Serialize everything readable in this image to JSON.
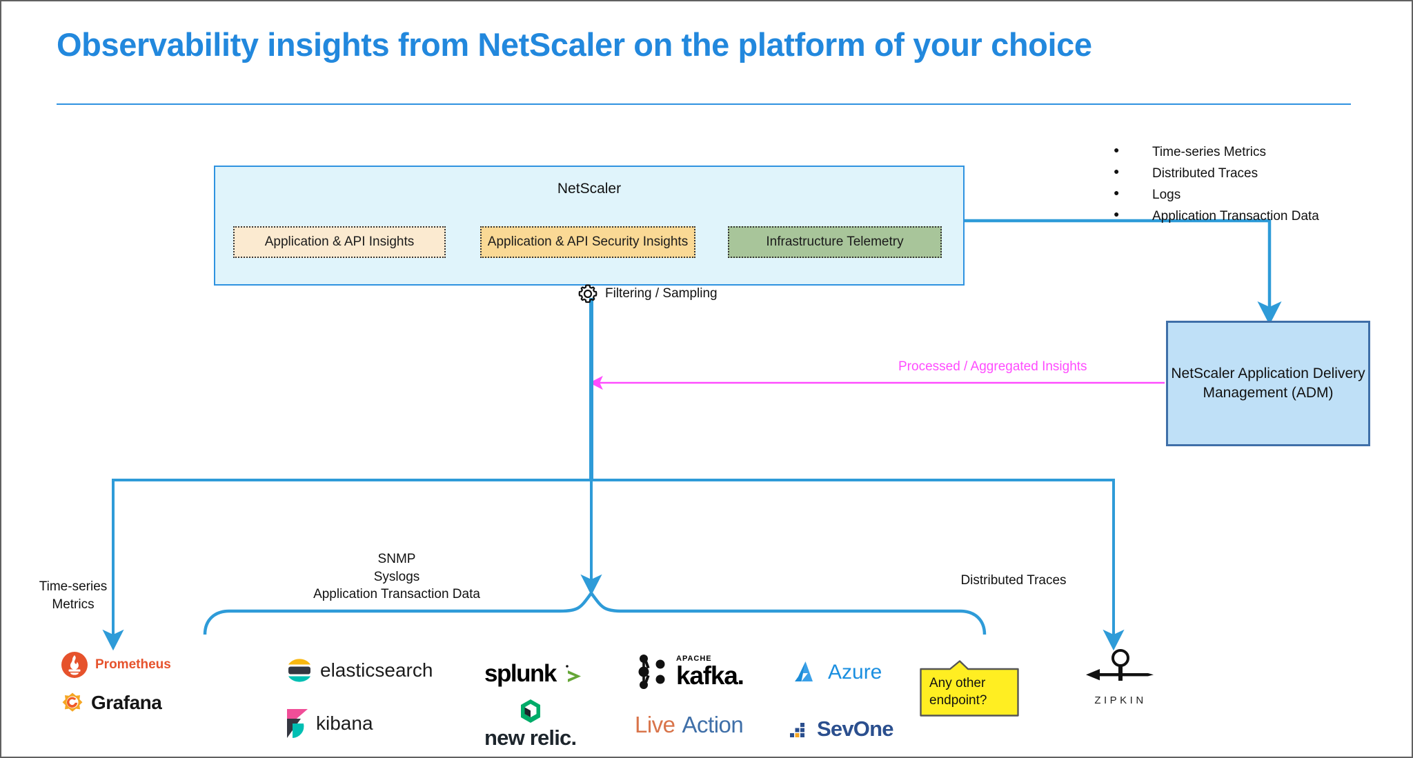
{
  "title": "Observability insights from NetScaler on the platform of your choice",
  "colors": {
    "title_blue": "#2288dd",
    "wire_blue": "#2e9bd8",
    "magenta": "#ff4cff",
    "netscaler_fill": "#e0f4fb",
    "adm_fill": "#bfe0f7",
    "adm_border": "#3f6fa8",
    "sticky_yellow": "#ffee22"
  },
  "netscaler": {
    "label": "NetScaler",
    "chips": [
      {
        "label": "Application & API Insights",
        "color": "#fbead0"
      },
      {
        "label": "Application & API Security Insights",
        "color": "#fad995"
      },
      {
        "label": "Infrastructure Telemetry",
        "color": "#a8c59a"
      }
    ]
  },
  "telemetry_bullets": [
    "Time-series Metrics",
    "Distributed Traces",
    "Logs",
    "Application Transaction Data"
  ],
  "filtering": {
    "label": "Filtering / Sampling",
    "icon": "gear-icon"
  },
  "adm": {
    "label": "NetScaler Application\nDelivery Management\n(ADM)"
  },
  "aggregated_link": {
    "label": "Processed / Aggregated Insights"
  },
  "labels": {
    "time_series_metrics": "Time-series\nMetrics",
    "snmp_group": "SNMP\nSyslogs\nApplication Transaction Data",
    "distributed_traces": "Distributed Traces"
  },
  "sticky_note": {
    "text": "Any other\nendpoint?"
  },
  "logos": [
    {
      "name": "prometheus",
      "label": "Prometheus"
    },
    {
      "name": "grafana",
      "label": "Grafana"
    },
    {
      "name": "elasticsearch",
      "label": "elasticsearch"
    },
    {
      "name": "kibana",
      "label": "kibana"
    },
    {
      "name": "splunk",
      "label": "splunk"
    },
    {
      "name": "new-relic",
      "label": "new relic."
    },
    {
      "name": "apache-kafka",
      "label": "kafka.",
      "sublabel": "APACHE"
    },
    {
      "name": "liveaction",
      "label": "Live",
      "label2": "Action"
    },
    {
      "name": "azure",
      "label": "Azure"
    },
    {
      "name": "sevone",
      "label": "SevOne"
    },
    {
      "name": "zipkin",
      "label": "ZIPKIN"
    }
  ]
}
